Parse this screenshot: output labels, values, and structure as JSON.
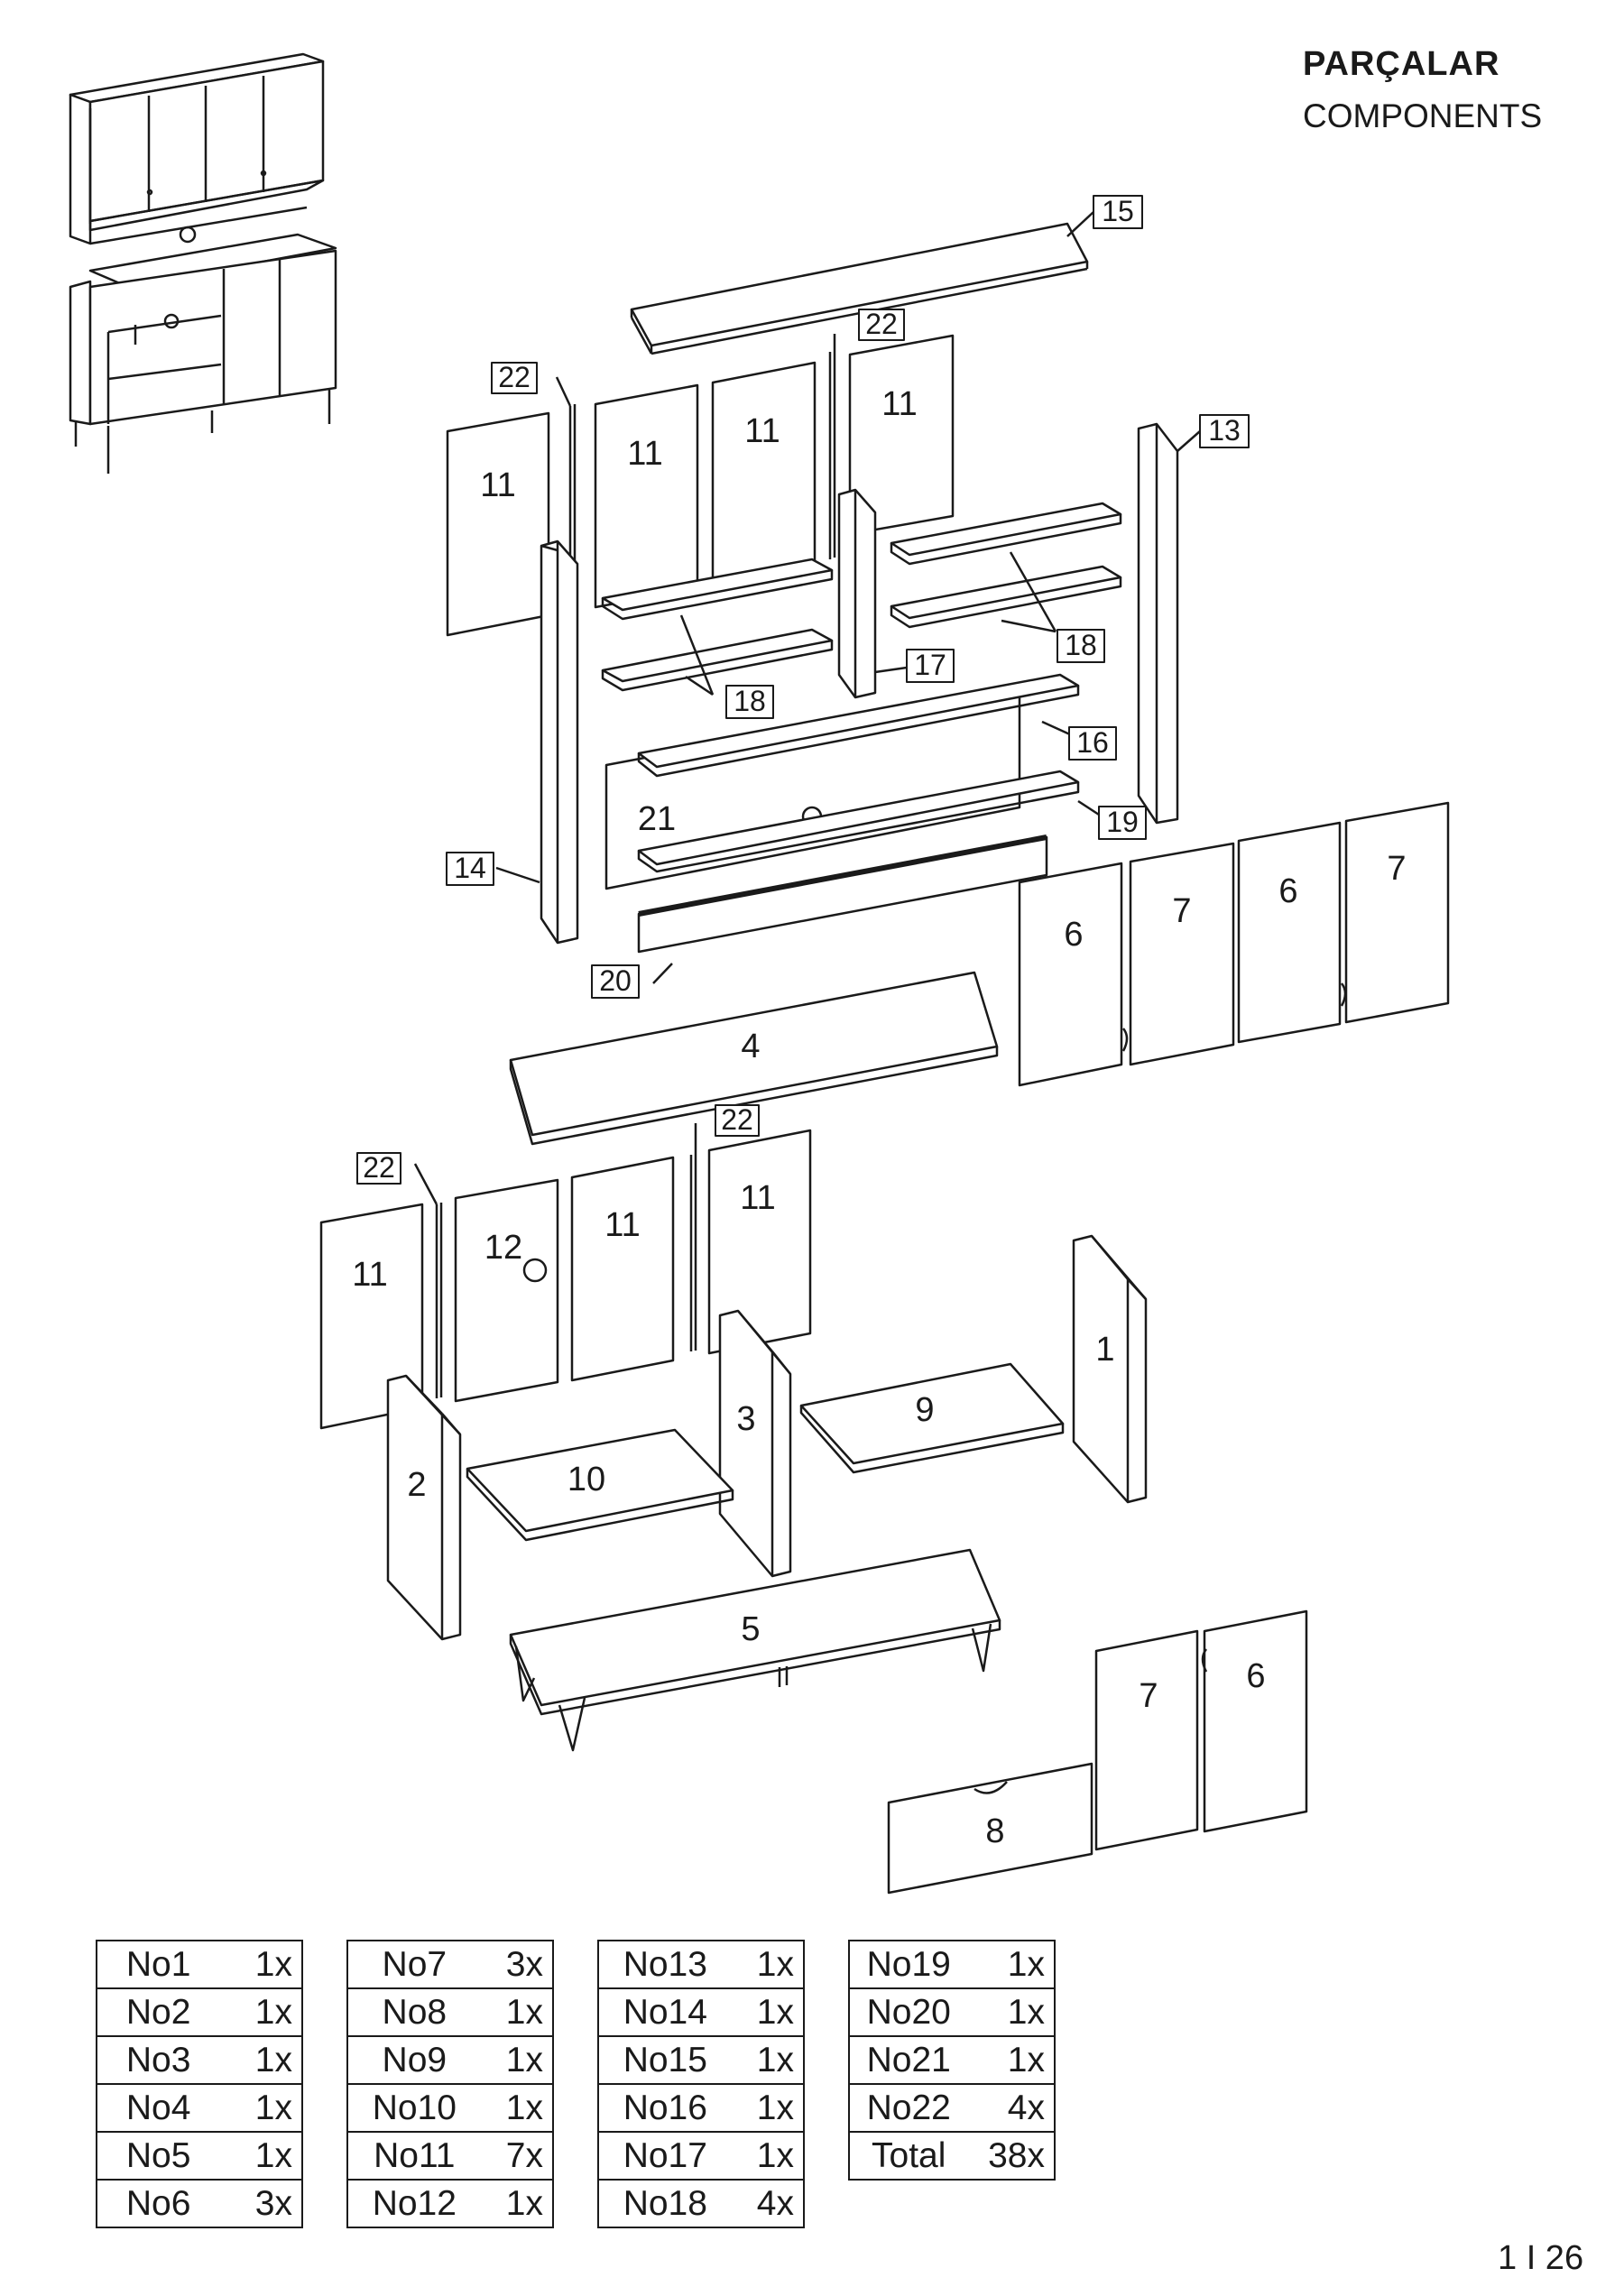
{
  "header": {
    "title": "PARÇALAR",
    "subtitle": "COMPONENTS"
  },
  "callouts": {
    "p1": "1",
    "p2": "2",
    "p3": "3",
    "p4": "4",
    "p5": "5",
    "p8": "8",
    "p9": "9",
    "p10": "10",
    "p12": "12",
    "p13": "13",
    "p14": "14",
    "p15": "15",
    "p16": "16",
    "p17": "17",
    "p18": "18",
    "p19": "19",
    "p20": "20",
    "p21": "21",
    "p22": "22",
    "p6": "6",
    "p7": "7",
    "p11": "11"
  },
  "parts_tables": [
    [
      {
        "no": "No1",
        "qty": "1x"
      },
      {
        "no": "No2",
        "qty": "1x"
      },
      {
        "no": "No3",
        "qty": "1x"
      },
      {
        "no": "No4",
        "qty": "1x"
      },
      {
        "no": "No5",
        "qty": "1x"
      },
      {
        "no": "No6",
        "qty": "3x"
      }
    ],
    [
      {
        "no": "No7",
        "qty": "3x"
      },
      {
        "no": "No8",
        "qty": "1x"
      },
      {
        "no": "No9",
        "qty": "1x"
      },
      {
        "no": "No10",
        "qty": "1x"
      },
      {
        "no": "No11",
        "qty": "7x"
      },
      {
        "no": "No12",
        "qty": "1x"
      }
    ],
    [
      {
        "no": "No13",
        "qty": "1x"
      },
      {
        "no": "No14",
        "qty": "1x"
      },
      {
        "no": "No15",
        "qty": "1x"
      },
      {
        "no": "No16",
        "qty": "1x"
      },
      {
        "no": "No17",
        "qty": "1x"
      },
      {
        "no": "No18",
        "qty": "4x"
      }
    ],
    [
      {
        "no": "No19",
        "qty": "1x"
      },
      {
        "no": "No20",
        "qty": "1x"
      },
      {
        "no": "No21",
        "qty": "1x"
      },
      {
        "no": "No22",
        "qty": "4x"
      },
      {
        "no": "Total",
        "qty": "38x"
      }
    ]
  ],
  "page_number": "1 I 26"
}
